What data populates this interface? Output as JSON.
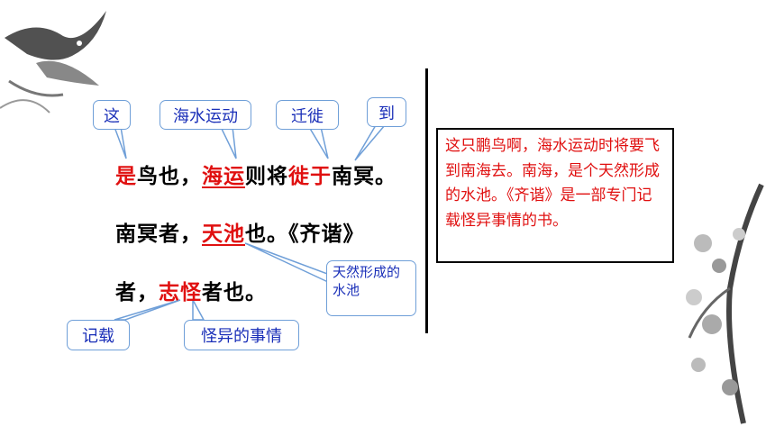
{
  "callouts": {
    "zhe": "这",
    "haishui": "海水运动",
    "qianxi": "迁徙",
    "dao": "到",
    "tianran": "天然形成的水池",
    "jizai": "记载",
    "guaiyi": "怪异的事情"
  },
  "text": {
    "line1": {
      "p1": "是",
      "p2": "鸟也，",
      "p3": "海运",
      "p4": "则将",
      "p5": "徙于",
      "p6": "南冥。"
    },
    "line2": {
      "p1": "南冥者，",
      "p2": "天池",
      "p3": "也。《齐谐》"
    },
    "line3": {
      "p1": "者，",
      "p2": "志怪",
      "p3": "者也。"
    }
  },
  "translation": "这只鹏鸟啊，海水运动时将要飞到南海去。南海，是个天然形成的水池。《齐谐》是一部专门记载怪异事情的书。",
  "colors": {
    "red": "#e01010",
    "blue_text": "#1a2fb8",
    "callout_border": "#6f9fd8"
  }
}
